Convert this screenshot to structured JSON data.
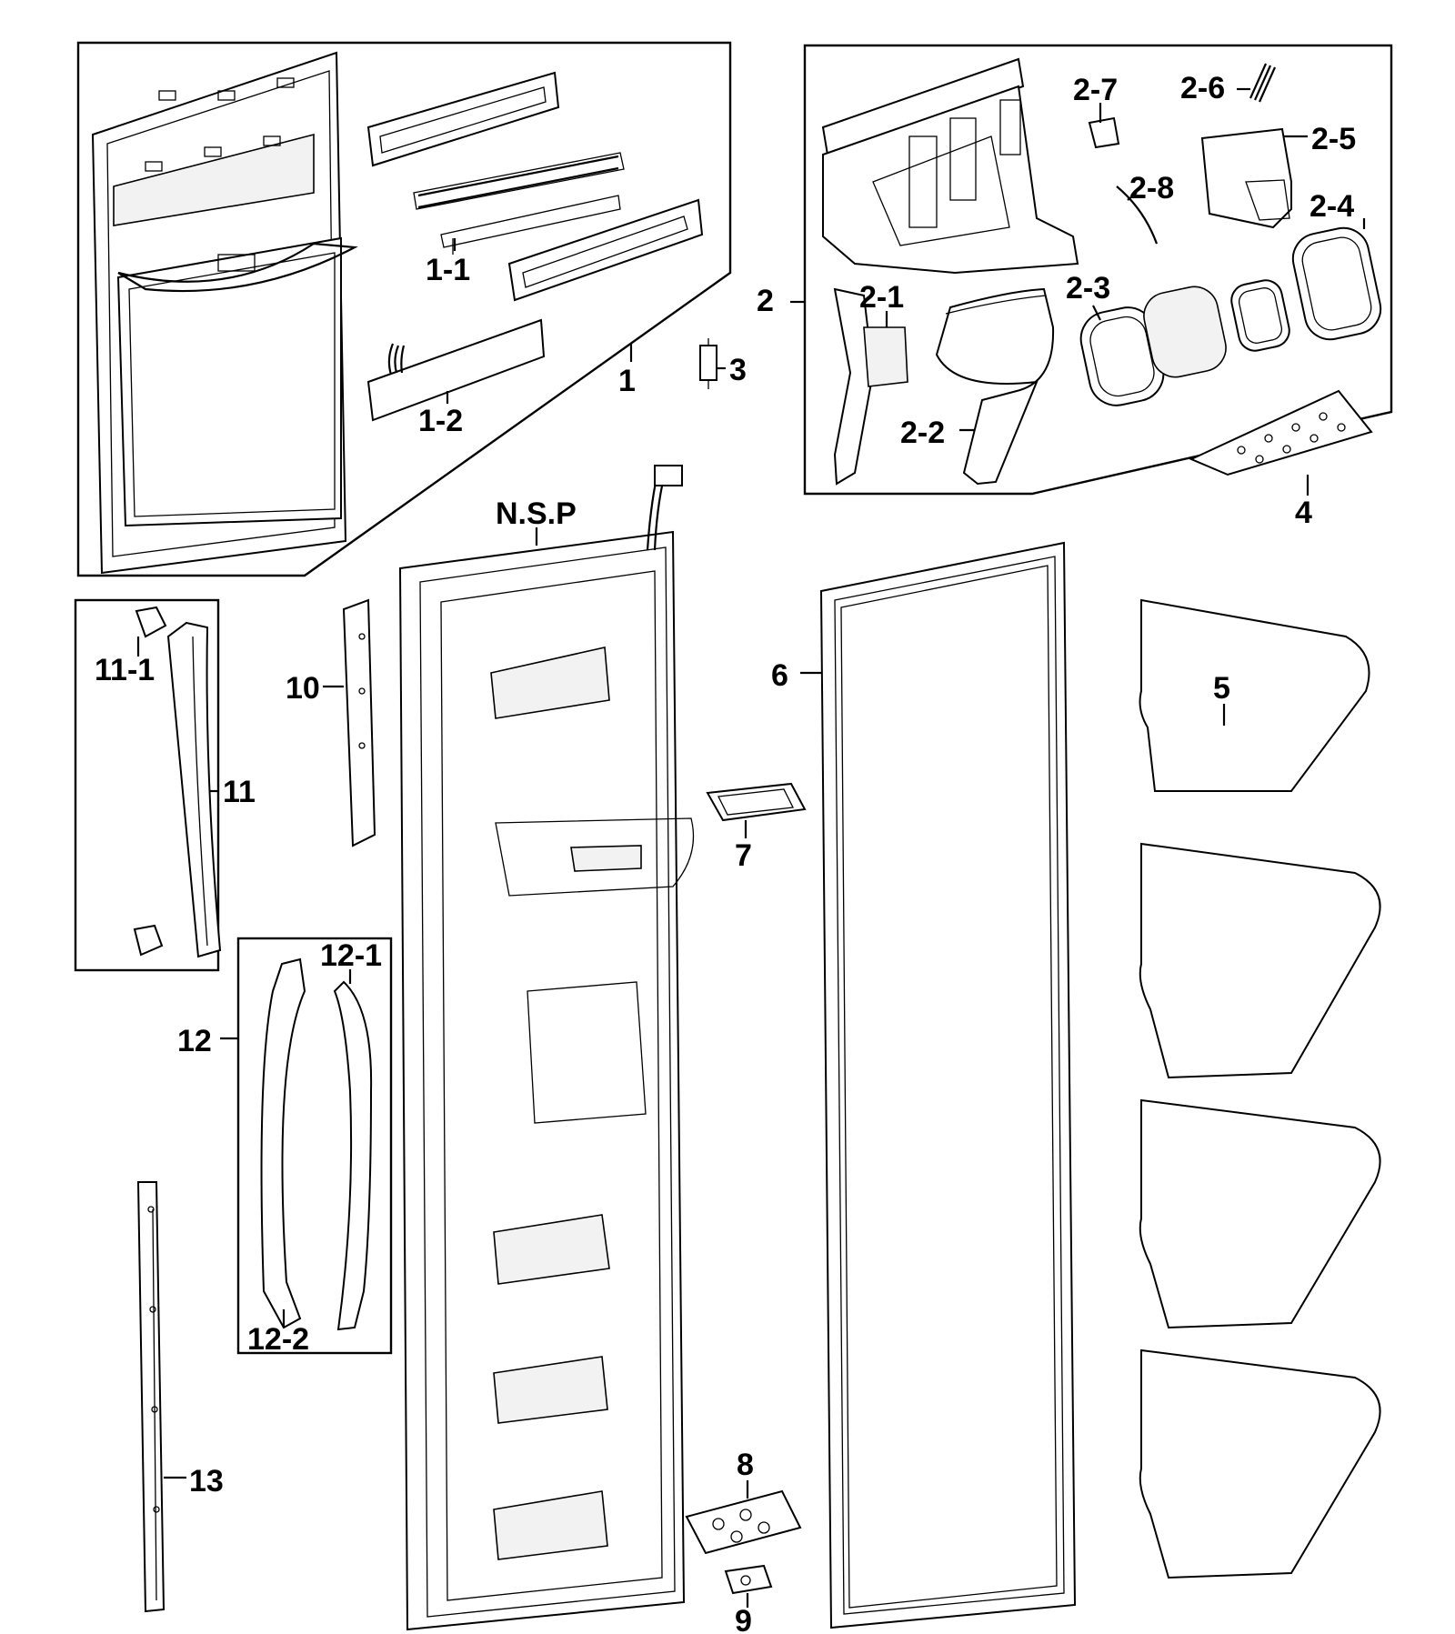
{
  "labels": {
    "l1": "1",
    "l1_1": "1-1",
    "l1_2": "1-2",
    "l2": "2",
    "l2_1": "2-1",
    "l2_2": "2-2",
    "l2_3": "2-3",
    "l2_4": "2-4",
    "l2_5": "2-5",
    "l2_6": "2-6",
    "l2_7": "2-7",
    "l2_8": "2-8",
    "l3": "3",
    "l4": "4",
    "l5": "5",
    "l6": "6",
    "l7": "7",
    "l8": "8",
    "l9": "9",
    "l10": "10",
    "l11": "11",
    "l11_1": "11-1",
    "l12": "12",
    "l12_1": "12-1",
    "l12_2": "12-2",
    "l13": "13",
    "nsp": "N.S.P"
  }
}
